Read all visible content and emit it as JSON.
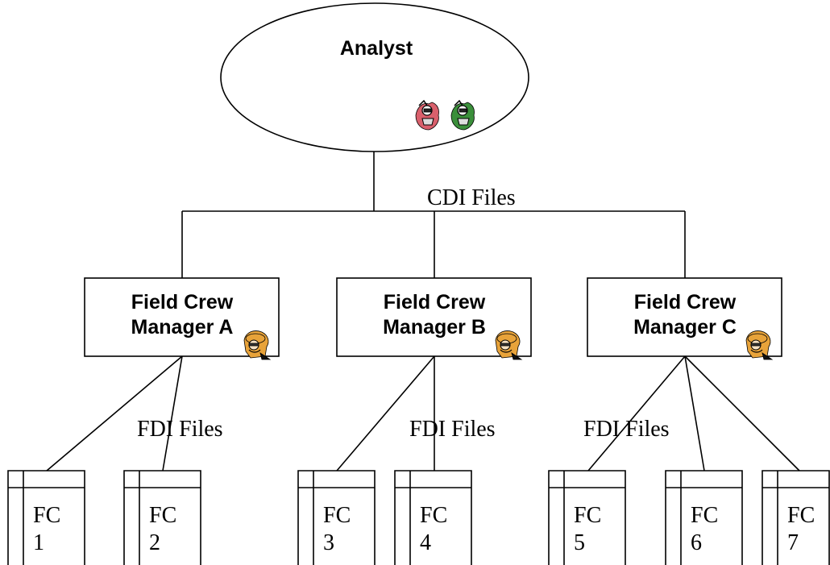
{
  "analyst": {
    "label": "Analyst",
    "icons": [
      "red-person-icon",
      "green-person-icon"
    ]
  },
  "cdi_label": "CDI Files",
  "managers": [
    {
      "line1": "Field Crew",
      "line2": "Manager A",
      "icon": "field-crew-person-icon"
    },
    {
      "line1": "Field Crew",
      "line2": "Manager B",
      "icon": "field-crew-person-icon"
    },
    {
      "line1": "Field Crew",
      "line2": "Manager C",
      "icon": "field-crew-person-icon"
    }
  ],
  "fdi_labels": [
    "FDI Files",
    "FDI Files",
    "FDI Files"
  ],
  "field_crews": [
    {
      "line1": "FC",
      "line2": "1"
    },
    {
      "line1": "FC",
      "line2": "2"
    },
    {
      "line1": "FC",
      "line2": "3"
    },
    {
      "line1": "FC",
      "line2": "4"
    },
    {
      "line1": "FC",
      "line2": "5"
    },
    {
      "line1": "FC",
      "line2": "6"
    },
    {
      "line1": "FC",
      "line2": "7"
    }
  ],
  "colors": {
    "analyst_icon_left": "#d9606c",
    "analyst_icon_right": "#3b8f3b",
    "crew_icon": "#e8a33a"
  }
}
